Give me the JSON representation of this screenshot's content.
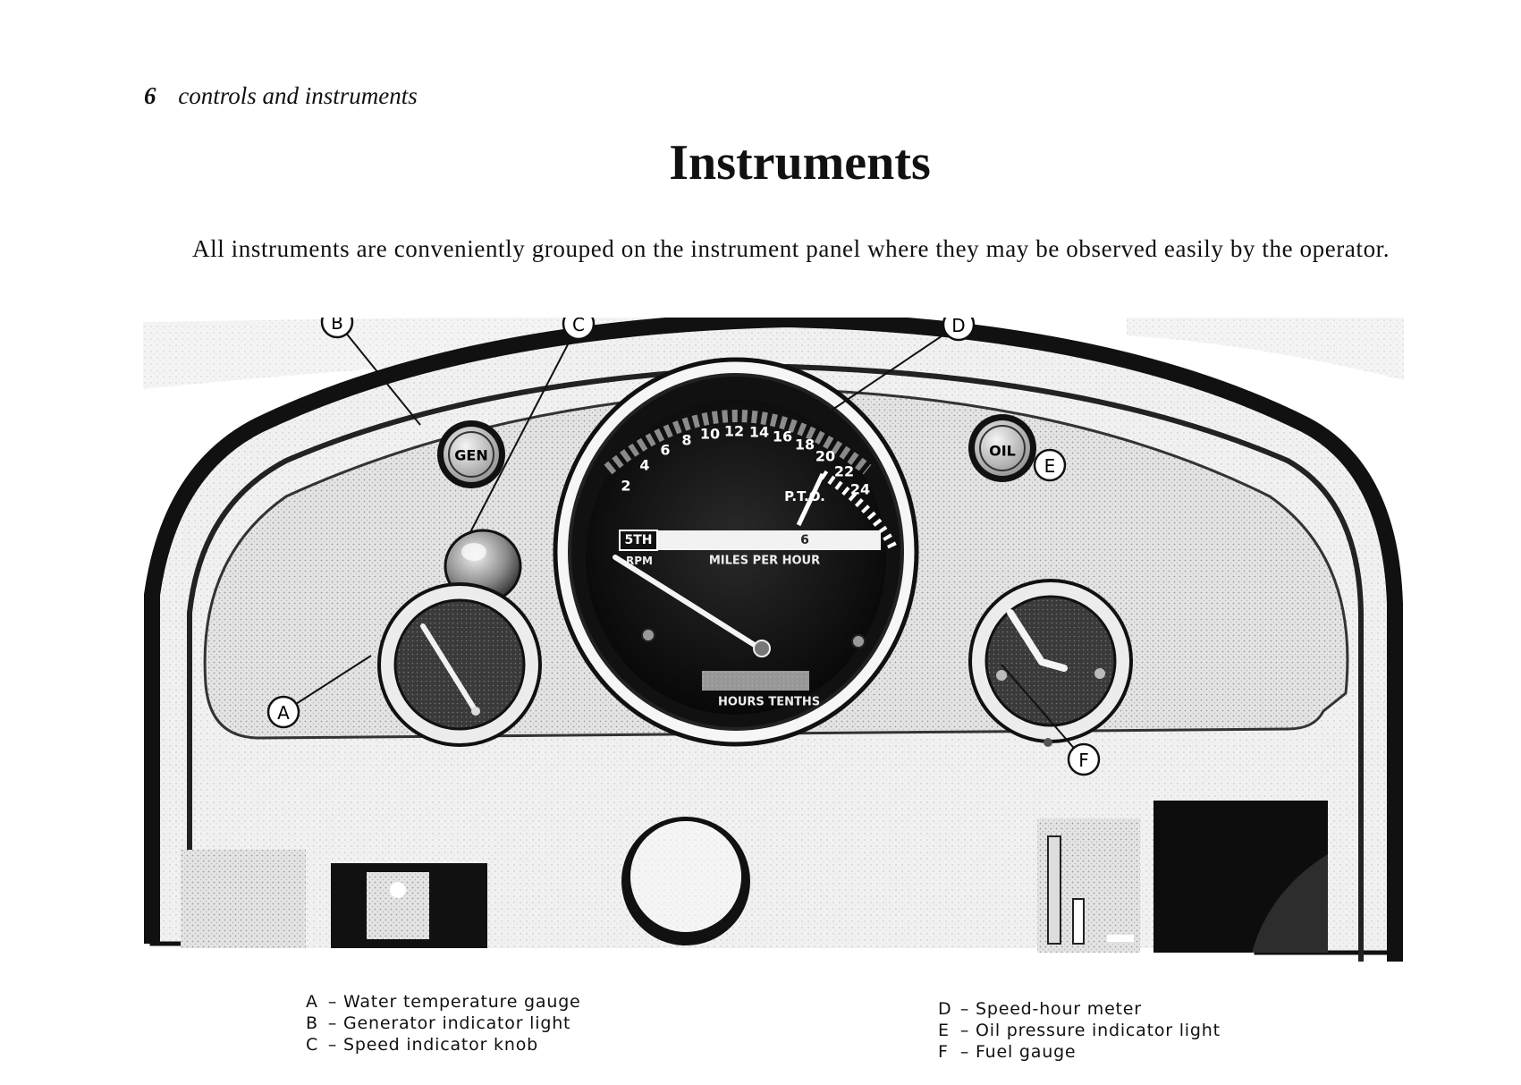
{
  "header": {
    "page_number": "6",
    "section_title": "controls and instruments"
  },
  "page_title": "Instruments",
  "intro_text": "All instruments are conveniently grouped on the instrument panel where they may be observed easily by the operator.",
  "figure": {
    "callouts": [
      "A",
      "B",
      "C",
      "D",
      "E",
      "F"
    ],
    "gen_label": "GEN",
    "oil_label": "OIL",
    "speedometer": {
      "scale_numbers": [
        "2",
        "4",
        "6",
        "8",
        "10",
        "12",
        "14",
        "16",
        "18",
        "20",
        "22",
        "24"
      ],
      "pto_label": "P.T.O.",
      "gear_label": "5TH",
      "bar_number": "6",
      "rpm_label": "RPM",
      "units_label": "MILES PER HOUR",
      "hours_label": "HOURS TENTHS"
    }
  },
  "legend": {
    "left": [
      {
        "key": "A",
        "text": "Water temperature gauge"
      },
      {
        "key": "B",
        "text": "Generator indicator light"
      },
      {
        "key": "C",
        "text": "Speed indicator knob"
      }
    ],
    "right": [
      {
        "key": "D",
        "text": "Speed-hour meter"
      },
      {
        "key": "E",
        "text": "Oil pressure indicator light"
      },
      {
        "key": "F",
        "text": "Fuel gauge"
      }
    ]
  }
}
